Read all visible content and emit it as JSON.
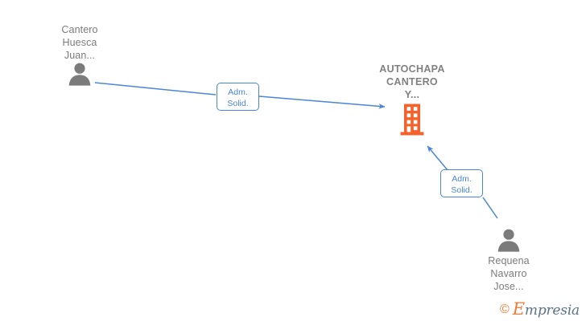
{
  "diagram": {
    "type": "org-relationship-graph",
    "background_color": "#ffffff",
    "colors": {
      "person_icon": "#7b7b7b",
      "person_text": "#7b7b7b",
      "company_icon": "#f4612a",
      "company_text": "#808080",
      "edge": "#4a86d8",
      "edge_label_text": "#4a86d8",
      "watermark_accent": "#ef7b34",
      "watermark_text": "#5b7287"
    },
    "nodes": [
      {
        "id": "person-cantero-huesca-juan",
        "kind": "person",
        "label": "Cantero\nHuesca\nJuan...",
        "icon": "person-icon"
      },
      {
        "id": "company-autochapa-cantero",
        "kind": "company",
        "label": "AUTOCHAPA\nCANTERO\nY...",
        "icon": "building-icon"
      },
      {
        "id": "person-requena-navarro-jose",
        "kind": "person",
        "label": "Requena\nNavarro\nJose...",
        "icon": "person-icon"
      }
    ],
    "edges": [
      {
        "id": "edge-cantero-to-company",
        "from": "person-cantero-huesca-juan",
        "to": "company-autochapa-cantero",
        "label": "Adm.\nSolid.",
        "direction": "to-company"
      },
      {
        "id": "edge-requena-to-company",
        "from": "person-requena-navarro-jose",
        "to": "company-autochapa-cantero",
        "label": "Adm.\nSolid.",
        "direction": "to-company"
      }
    ]
  },
  "watermark": {
    "copyright": "©",
    "brand_cap": "E",
    "brand_rest": "mpresia"
  }
}
